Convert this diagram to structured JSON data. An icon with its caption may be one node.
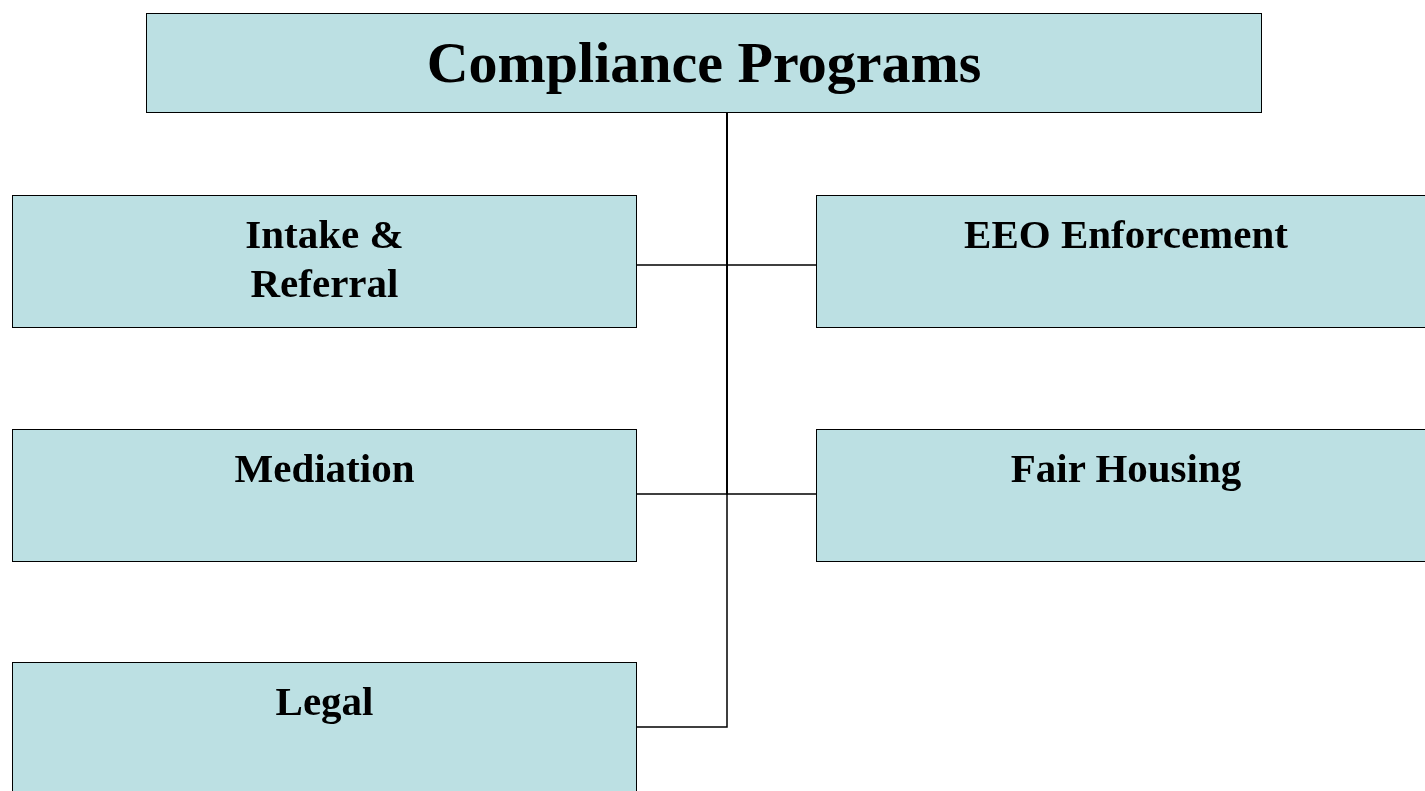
{
  "diagram": {
    "nodes": [
      {
        "text": [
          "Compliance Programs"
        ]
      },
      {
        "text": [
          "Intake & Referral"
        ]
      },
      {
        "text": [
          "EEO Enforcement"
        ]
      },
      {
        "text": [
          "Mediation"
        ]
      },
      {
        "text": [
          "Fair Housing"
        ]
      },
      {
        "text": [
          "Legal"
        ]
      }
    ],
    "edges": [
      {
        "from": 0,
        "to": 1,
        "arrow": "none"
      },
      {
        "from": 0,
        "to": 2,
        "arrow": "none"
      },
      {
        "from": 0,
        "to": 3,
        "arrow": "none"
      },
      {
        "from": 0,
        "to": 4,
        "arrow": "none"
      },
      {
        "from": 0,
        "to": 5,
        "arrow": "none"
      }
    ]
  }
}
